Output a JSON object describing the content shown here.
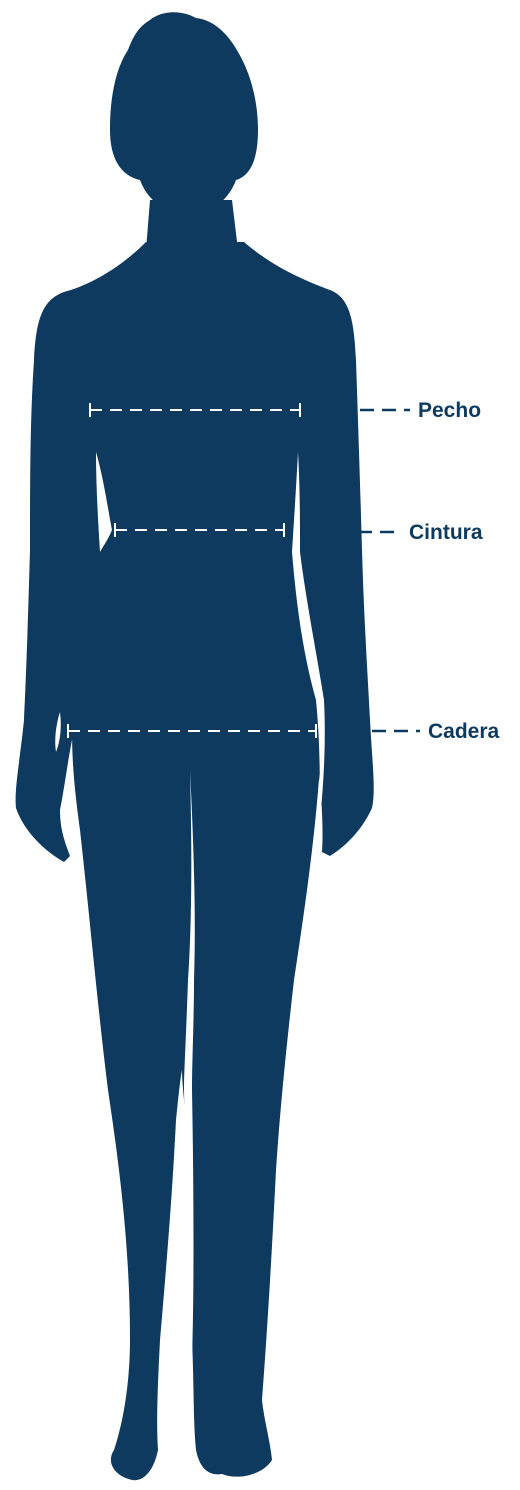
{
  "colors": {
    "silhouette": "#0d3a5e",
    "measure_line_on_body": "#ffffff",
    "label_text": "#0d3a5e",
    "background": "#ffffff"
  },
  "measurements": [
    {
      "key": "chest",
      "label": "Pecho"
    },
    {
      "key": "waist",
      "label": "Cintura"
    },
    {
      "key": "hip",
      "label": "Cadera"
    }
  ]
}
